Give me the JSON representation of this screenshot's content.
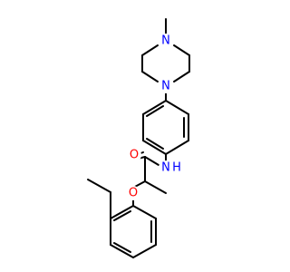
{
  "molecule": {
    "atoms": {
      "n_piperazine_top": {
        "label": "N",
        "color": "#0000ff"
      },
      "n_piperazine_bottom": {
        "label": "N",
        "color": "#0000ff"
      },
      "n_amide": {
        "label": "N",
        "color": "#0000ff"
      },
      "h_amide": {
        "label": "H",
        "color": "#0000ff"
      },
      "o_carbonyl": {
        "label": "O",
        "color": "#ff0000"
      },
      "o_ether": {
        "label": "O",
        "color": "#ff0000"
      }
    }
  }
}
